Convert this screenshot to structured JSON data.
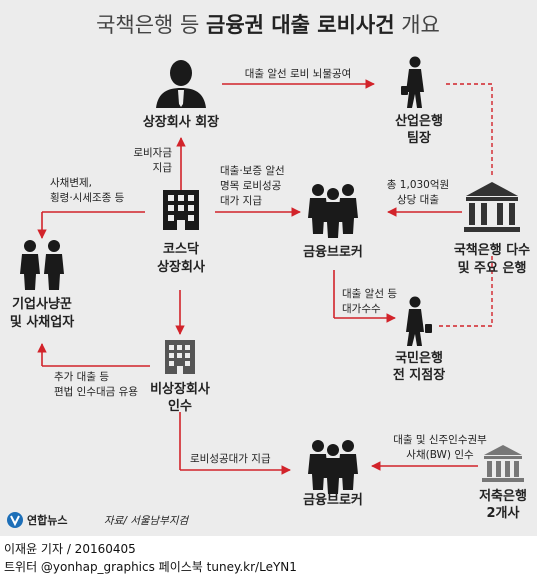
{
  "title": {
    "regular_start": "국책은행 등 ",
    "bold": "금융권 대출 로비사건",
    "regular_end": " 개요"
  },
  "nodes": {
    "chairman": "상장회사 회장",
    "sanup_line1": "산업은행",
    "sanup_line2": "팀장",
    "kosdaq_line1": "코스닥",
    "kosdaq_line2": "상장회사",
    "broker_top": "금융브로커",
    "state_banks_line1": "국책은행 다수",
    "state_banks_line2": "및 주요 은행",
    "lender_line1": "기업사냥꾼",
    "lender_line2": "및 사채업자",
    "kookmin_line1": "국민은행",
    "kookmin_line2": "전 지점장",
    "unlisted_line1": "비상장회사",
    "unlisted_line2": "인수",
    "broker_bottom": "금융브로커",
    "savings_line1": "저축은행",
    "savings_line2": "2개사"
  },
  "labels": {
    "bribe_line": "대출 알선 로비 뇌물공여",
    "lobby_fund_1": "로비자금",
    "lobby_fund_2": "지급",
    "loan_guarantee_1": "대출·보증 알선",
    "loan_guarantee_2": "명목 로비성공",
    "loan_guarantee_3": "대가 지급",
    "loan_amount_1": "총 1,030억원",
    "loan_amount_2": "상당 대출",
    "embezzle_1": "사채변제,",
    "embezzle_2": "횡령·시세조종 등",
    "loan_bribe_1": "대출 알선 등",
    "loan_bribe_2": "대가수수",
    "extra_loan_1": "추가 대출 등",
    "extra_loan_2": "편법 인수대금 유용",
    "lobby_success": "로비성공대가 지급",
    "savings_loan_1": "대출 및 신주인수권부",
    "savings_loan_2": "사채(BW) 인수"
  },
  "brand": "연합뉴스",
  "source": "자료/ 서울남부지검",
  "credit": "이재윤 기자 / 20160405",
  "social": "트위터 @yonhap_graphics  페이스북 tuney.kr/LeYN1",
  "colors": {
    "arrow": "#d2232a",
    "icon": "#1a1a1a",
    "bank_icon": "#333333",
    "small_bank_icon": "#777777",
    "background": "#ececec",
    "logo_blue": "#1d6fb8"
  },
  "icons": [
    "businessman-icon",
    "walking-businessman-icon",
    "building-icon",
    "people-group-icon",
    "bank-icon",
    "small-bank-icon",
    "logo-icon"
  ]
}
